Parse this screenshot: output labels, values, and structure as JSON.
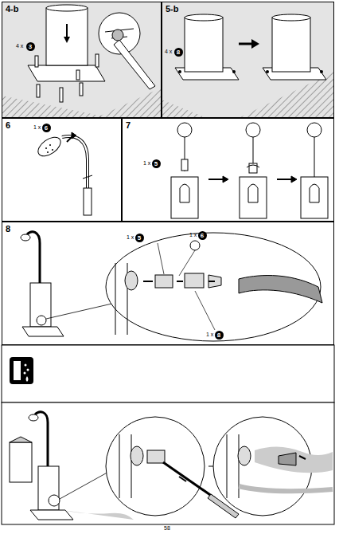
{
  "diagram": {
    "nodes": [
      {
        "text": [
          "4-b"
        ]
      },
      {
        "text": [
          "3"
        ],
        "in": 0
      },
      {
        "text": [
          "5-b"
        ]
      },
      {
        "text": [
          "8"
        ],
        "in": 2
      },
      {
        "text": [
          "6"
        ]
      },
      {
        "text": [
          "6"
        ],
        "in": 4
      },
      {
        "text": [
          "7"
        ]
      },
      {
        "text": [
          "5"
        ],
        "in": 6
      },
      {
        "text": [
          "8"
        ]
      },
      {
        "text": [
          "5"
        ],
        "in": 8
      },
      {
        "text": [
          "6"
        ],
        "in": 8
      },
      {
        "text": [
          "8"
        ],
        "in": 8
      }
    ],
    "labels": [
      "4 x",
      "4 x",
      "1 x",
      "1 x",
      "1 x",
      "1 x",
      "1 x",
      "58"
    ]
  }
}
